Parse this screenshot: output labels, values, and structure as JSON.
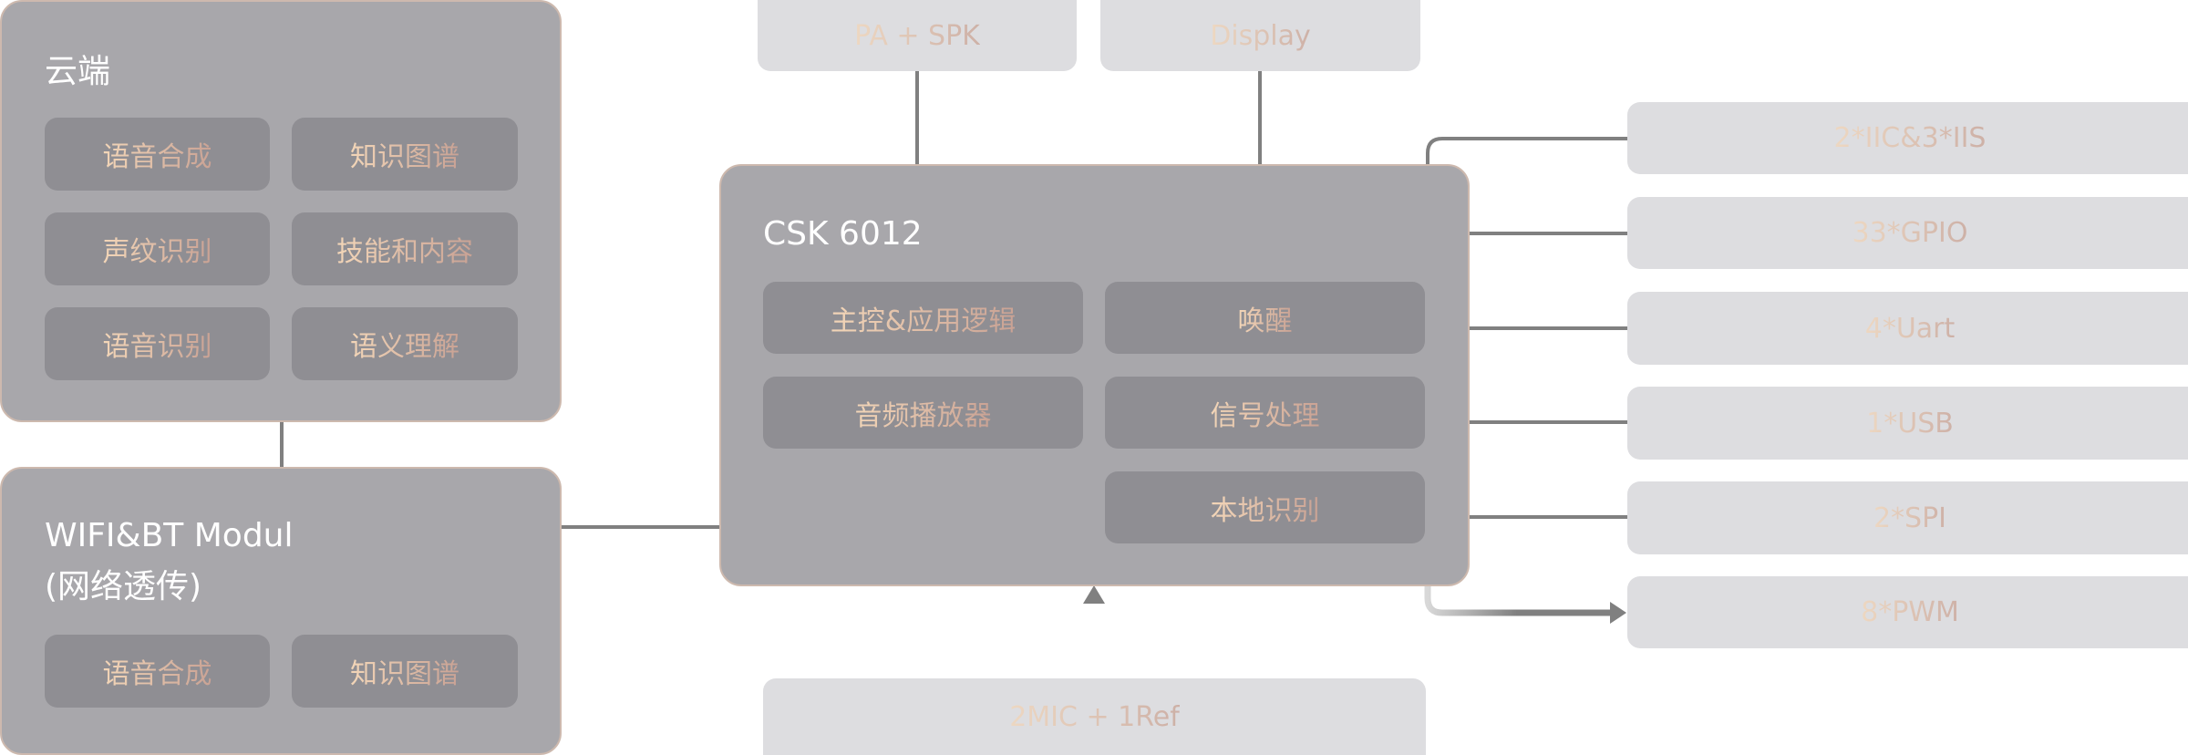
{
  "cloud": {
    "title": "云端",
    "items": [
      "语音合成",
      "知识图谱",
      "声纹识别",
      "技能和内容",
      "语音识别",
      "语义理解"
    ]
  },
  "wifi": {
    "title_line1": "WIFI&BT Modul",
    "title_line2": "(网络透传)",
    "items": [
      "语音合成",
      "知识图谱"
    ]
  },
  "chip": {
    "title": "CSK 6012",
    "items": [
      "主控&应用逻辑",
      "唤醒",
      "音频播放器",
      "信号处理",
      "本地识别"
    ]
  },
  "top_peripherals": [
    "PA + SPK",
    "Display"
  ],
  "bottom_peripheral": "2MIC + 1Ref",
  "interfaces": [
    "2*IIC&3*IIS",
    "33*GPIO",
    "4*Uart",
    "1*USB",
    "2*SPI",
    "8*PWM"
  ],
  "colors": {
    "panel": "#a8a7ab",
    "chip_item": "#8f8e93",
    "peripheral": "#dddde0",
    "wire": "#808080",
    "label_gradient_start": "#f3d6b8",
    "label_gradient_end": "#c9a294"
  }
}
